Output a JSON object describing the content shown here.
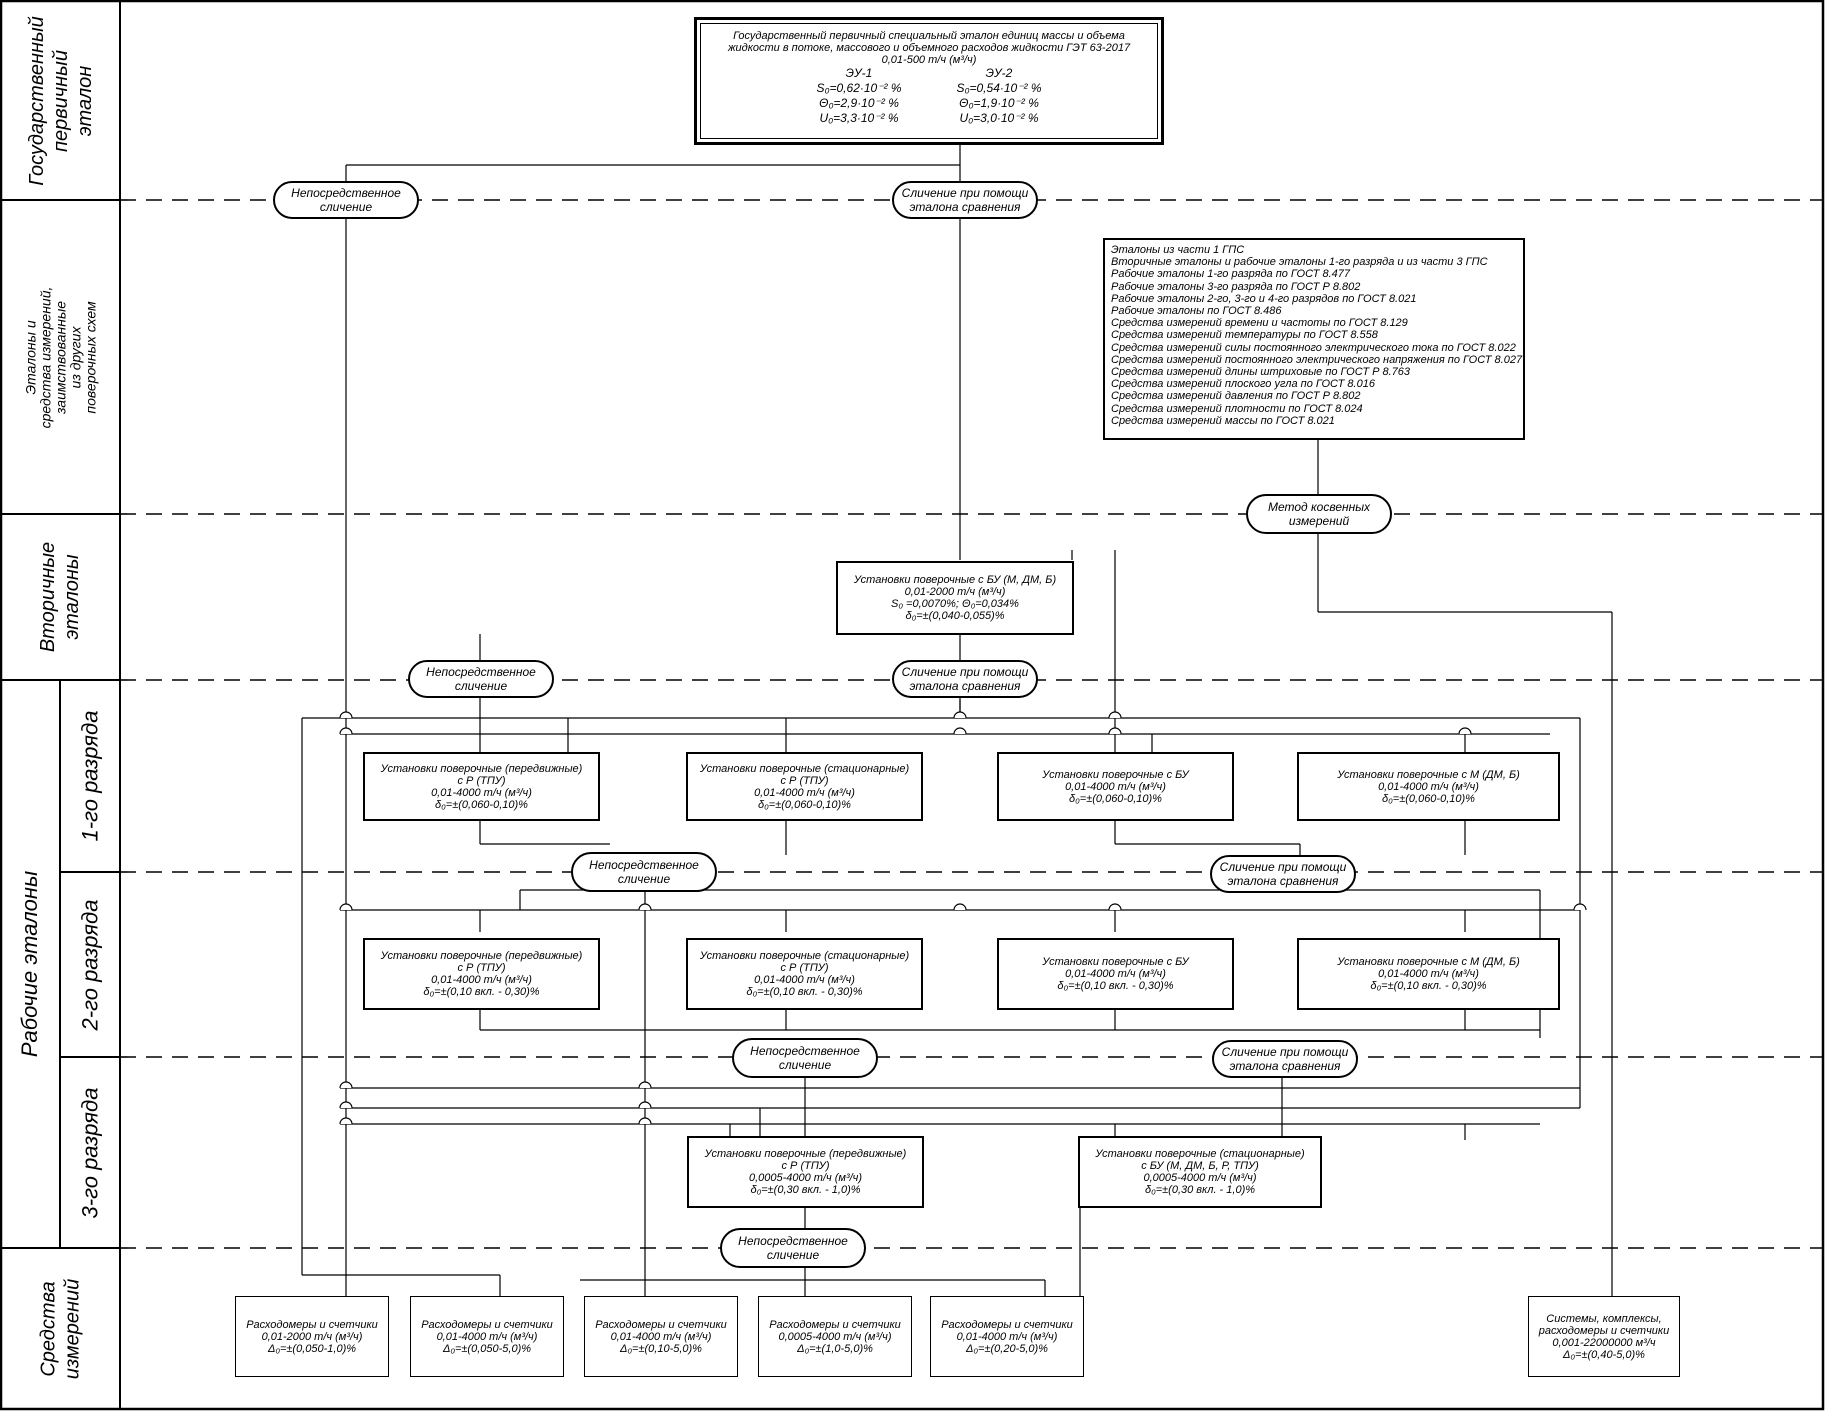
{
  "rows": {
    "primary": [
      "Государственный",
      "первичный",
      "эталон"
    ],
    "other_schemes": [
      "Эталоны и",
      "средства измерений,",
      "заимствованные",
      "из других",
      "поверочных схем"
    ],
    "secondary": [
      "Вторичные",
      "эталоны"
    ],
    "working": "Рабочие эталоны",
    "rank1": "1-го разряда",
    "rank2": "2-го разряда",
    "rank3": "3-го разряда",
    "instruments": [
      "Средства",
      "измерений"
    ]
  },
  "primary_standard": {
    "title": [
      "Государственный первичный специальный эталон единиц массы и объема",
      "жидкости в потоке, массового и объемного расходов жидкости ГЭТ 63-2017"
    ],
    "range": "0,01-500 т/ч (м³/ч)",
    "units": [
      "ЭУ-1",
      "ЭУ-2"
    ],
    "metrics": [
      [
        "S₀=0,62·10⁻² %",
        "S₀=0,54·10⁻² %"
      ],
      [
        "Θ₀=2,9·10⁻² %",
        "Θ₀=1,9·10⁻² %"
      ],
      [
        "U₀=3,3·10⁻² %",
        "U₀=3,0·10⁻² %"
      ]
    ]
  },
  "methods": {
    "direct": [
      "Непосредственное",
      "сличение"
    ],
    "comparator": [
      "Сличение при помощи",
      "эталона сравнения"
    ],
    "indirect": [
      "Метод косвенных",
      "измерений"
    ]
  },
  "borrowed_list": [
    "Эталоны из части 1 ГПС",
    "Вторичные эталоны и рабочие эталоны 1-го разряда и из части 3 ГПС",
    "Рабочие эталоны 1-го разряда по ГОСТ 8.477",
    "Рабочие эталоны 3-го разряда по ГОСТ Р 8.802",
    "Рабочие эталоны 2-го, 3-го и 4-го разрядов по ГОСТ 8.021",
    "Рабочие эталоны по ГОСТ 8.486",
    "Средства измерений времени и частоты по ГОСТ 8.129",
    "Средства измерений температуры по ГОСТ 8.558",
    "Средства измерений силы постоянного электрического тока по ГОСТ 8.022",
    "Средства измерений постоянного электрического напряжения по ГОСТ 8.027",
    "Средства измерений длины штриховые по ГОСТ Р 8.763",
    "Средства измерений плоского угла по ГОСТ 8.016",
    "Средства измерений давления по ГОСТ Р 8.802",
    "Средства измерений плотности по ГОСТ 8.024",
    "Средства измерений массы по ГОСТ 8.021"
  ],
  "secondary_box": [
    "Установки поверочные с БУ (М, ДМ, Б)",
    "0,01-2000 т/ч (м³/ч)",
    "S₀ =0,0070%; Θ₀=0,034%",
    "δ₀=±(0,040-0,055)%"
  ],
  "rank1_boxes": [
    [
      "Установки поверочные (передвижные)",
      "с Р (ТПУ)",
      "0,01-4000 т/ч (м³/ч)",
      "δ₀=±(0,060-0,10)%"
    ],
    [
      "Установки поверочные (стационарные)",
      "с Р (ТПУ)",
      "0,01-4000 т/ч (м³/ч)",
      "δ₀=±(0,060-0,10)%"
    ],
    [
      "Установки поверочные с БУ",
      "0,01-4000 т/ч (м³/ч)",
      "δ₀=±(0,060-0,10)%"
    ],
    [
      "Установки поверочные с М (ДМ, Б)",
      "0,01-4000 т/ч (м³/ч)",
      "δ₀=±(0,060-0,10)%"
    ]
  ],
  "rank2_boxes": [
    [
      "Установки поверочные (передвижные)",
      "с Р (ТПУ)",
      "0,01-4000 т/ч (м³/ч)",
      "δ₀=±(0,10 вкл. - 0,30)%"
    ],
    [
      "Установки поверочные (стационарные)",
      "с Р (ТПУ)",
      "0,01-4000 т/ч (м³/ч)",
      "δ₀=±(0,10 вкл. - 0,30)%"
    ],
    [
      "Установки поверочные с БУ",
      "0,01-4000 т/ч (м³/ч)",
      "δ₀=±(0,10 вкл. - 0,30)%"
    ],
    [
      "Установки поверочные с М (ДМ, Б)",
      "0,01-4000 т/ч (м³/ч)",
      "δ₀=±(0,10 вкл. - 0,30)%"
    ]
  ],
  "rank3_boxes": [
    [
      "Установки поверочные (передвижные)",
      "с Р (ТПУ)",
      "0,0005-4000 т/ч (м³/ч)",
      "δ₀=±(0,30 вкл. - 1,0)%"
    ],
    [
      "Установки поверочные (стационарные)",
      "с БУ (М, ДМ, Б, Р, ТПУ)",
      "0,0005-4000 т/ч (м³/ч)",
      "δ₀=±(0,30 вкл. - 1,0)%"
    ]
  ],
  "instrument_boxes": [
    [
      "Расходомеры и счетчики",
      "0,01-2000 т/ч (м³/ч)",
      "Δ₀=±(0,050-1,0)%"
    ],
    [
      "Расходомеры и счетчики",
      "0,01-4000 т/ч (м³/ч)",
      "Δ₀=±(0,050-5,0)%"
    ],
    [
      "Расходомеры и счетчики",
      "0,01-4000 т/ч (м³/ч)",
      "Δ₀=±(0,10-5,0)%"
    ],
    [
      "Расходомеры и счетчики",
      "0,0005-4000 т/ч (м³/ч)",
      "Δ₀=±(1,0-5,0)%"
    ],
    [
      "Расходомеры и счетчики",
      "0,01-4000 т/ч (м³/ч)",
      "Δ₀=±(0,20-5,0)%"
    ],
    [
      "Системы, комплексы,",
      "расходомеры и счетчики",
      "0,001-22000000 м³/ч",
      "Δ₀=±(0,40-5,0)%"
    ]
  ]
}
